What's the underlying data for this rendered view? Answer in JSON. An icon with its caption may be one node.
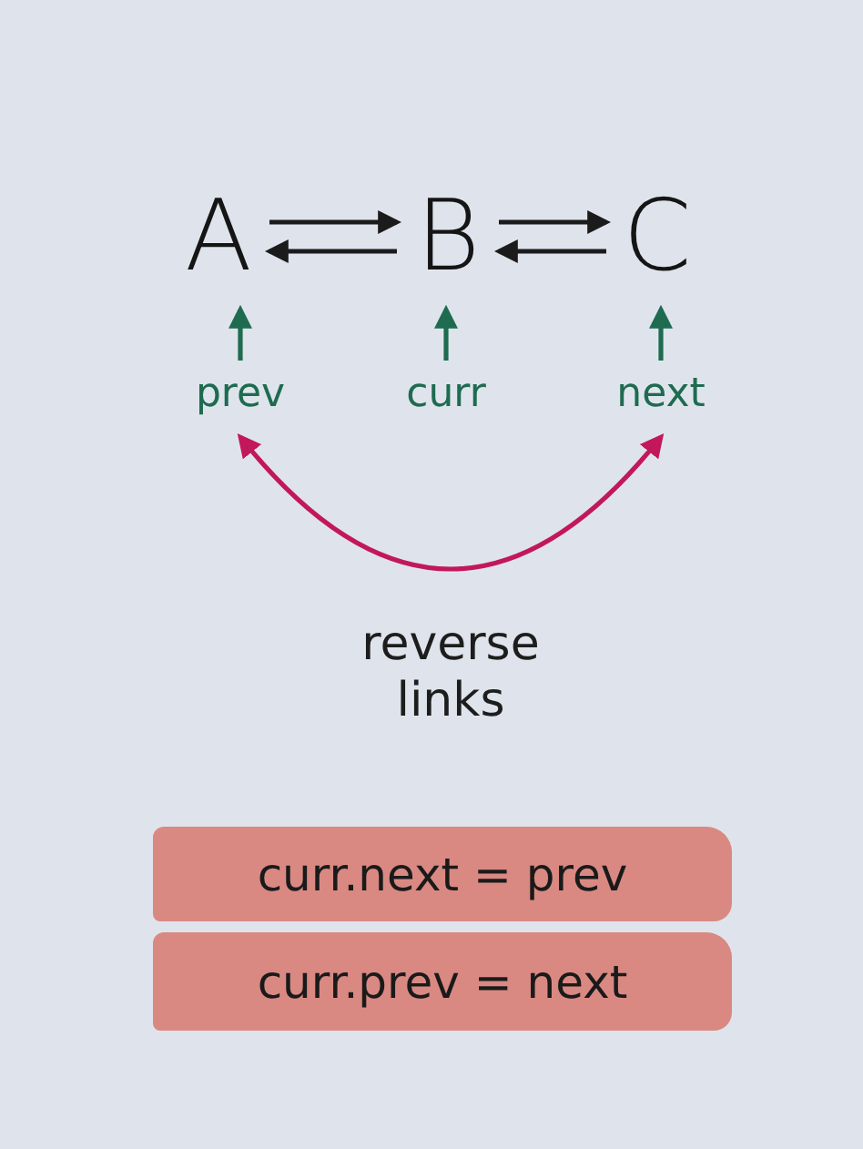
{
  "diagram": {
    "nodes": [
      {
        "text": [
          "A"
        ]
      },
      {
        "text": [
          "B"
        ]
      },
      {
        "text": [
          "C"
        ]
      },
      {
        "text": [
          "prev"
        ]
      },
      {
        "text": [
          "curr"
        ]
      },
      {
        "text": [
          "next"
        ]
      },
      {
        "text": [
          "curr.next = prev"
        ]
      },
      {
        "text": [
          "curr.prev = next"
        ]
      }
    ],
    "edges": [
      {
        "from": 0,
        "to": 1,
        "arrow": "to"
      },
      {
        "from": 1,
        "to": 0,
        "arrow": "to"
      },
      {
        "from": 1,
        "to": 2,
        "arrow": "to"
      },
      {
        "from": 2,
        "to": 1,
        "arrow": "to"
      },
      {
        "from": 3,
        "to": 0,
        "arrow": "to",
        "color": "#1e6b50"
      },
      {
        "from": 4,
        "to": 1,
        "arrow": "to",
        "color": "#1e6b50"
      },
      {
        "from": 5,
        "to": 2,
        "arrow": "to",
        "color": "#1e6b50"
      },
      {
        "from": 3,
        "to": 5,
        "arrow": "both",
        "label": "reverse links",
        "color": "#c2185b"
      }
    ]
  }
}
